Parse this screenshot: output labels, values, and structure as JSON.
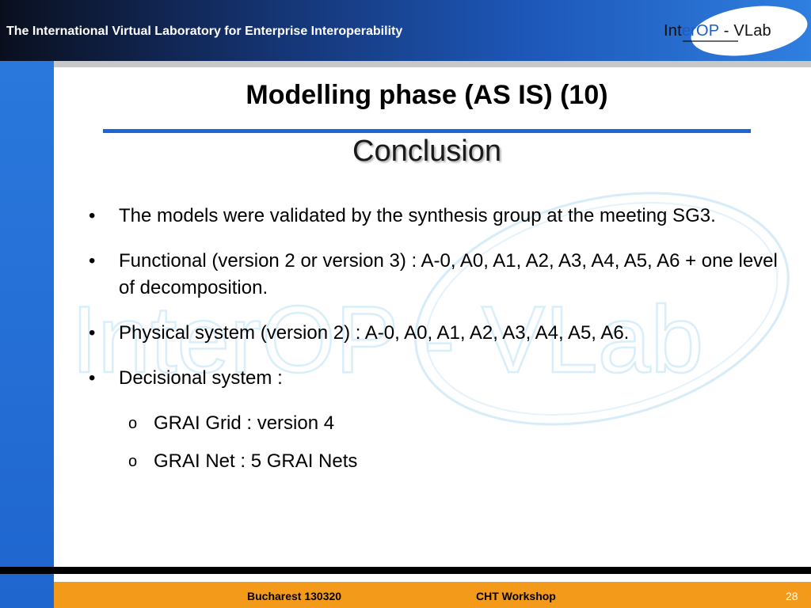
{
  "header": {
    "lab_title": "The International Virtual Laboratory for Enterprise Interoperability",
    "logo": {
      "part1": "Int",
      "part2": "erOP",
      "part3": " - VLab"
    }
  },
  "watermark": {
    "text": "InterOP - VLab"
  },
  "slide": {
    "title": "Modelling phase (AS IS) (10)",
    "subtitle": "Conclusion",
    "bullets": [
      {
        "mark": "•",
        "text": "The models were validated by the synthesis group at the meeting SG3."
      },
      {
        "mark": "•",
        "text": "Functional (version 2 or version 3) : A-0, A0, A1, A2, A3, A4, A5, A6 + one level of decomposition."
      },
      {
        "mark": "•",
        "text": "Physical system (version 2) : A-0, A0, A1, A2, A3, A4, A5, A6."
      },
      {
        "mark": "•",
        "text": "Decisional system :"
      }
    ],
    "subbullets": [
      {
        "mark": "o",
        "text": "GRAI Grid : version 4"
      },
      {
        "mark": "o",
        "text": "GRAI Net : 5 GRAI Nets"
      }
    ]
  },
  "footer": {
    "location": "Bucharest  130320",
    "event": "CHT Workshop",
    "page_number": "28"
  },
  "colors": {
    "header_dark": "#0a0f1e",
    "header_blue": "#2f7fe0",
    "left_bar": "#2a78dc",
    "title_rule": "#1a66d6",
    "footer_orange": "#f39a1a",
    "logo_accent": "#1c5cc8"
  }
}
